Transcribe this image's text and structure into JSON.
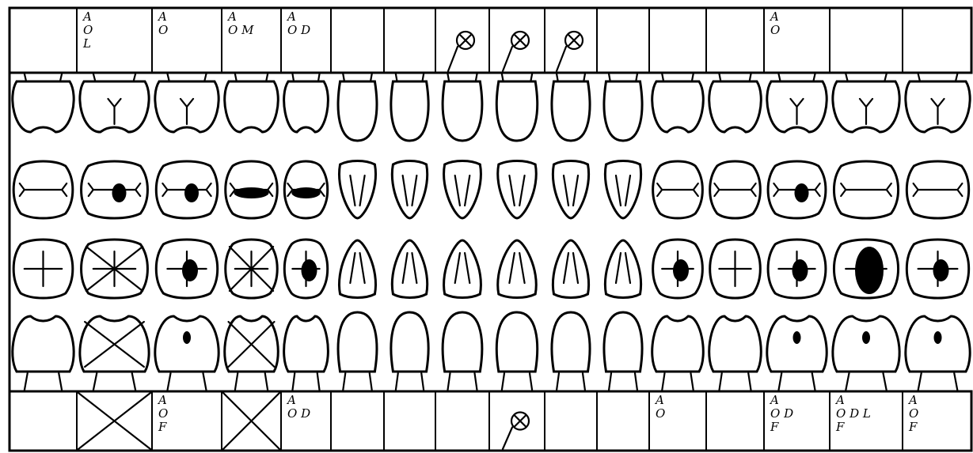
{
  "upper_notes": [
    {
      "tooth": 2,
      "lines": [
        "A",
        "O",
        "L"
      ]
    },
    {
      "tooth": 3,
      "lines": [
        "A",
        "O"
      ]
    },
    {
      "tooth": 4,
      "lines": [
        "A",
        "O M"
      ]
    },
    {
      "tooth": 5,
      "lines": [
        "A",
        "O D"
      ]
    },
    {
      "tooth": 14,
      "lines": [
        "A",
        "O"
      ]
    }
  ],
  "upper_markers": [
    {
      "tooth": 8,
      "mark": "circled-x"
    },
    {
      "tooth": 9,
      "mark": "circled-x"
    },
    {
      "tooth": 10,
      "mark": "circled-x"
    }
  ],
  "lower_notes": [
    {
      "tooth": 3,
      "lines": [
        "A",
        "O",
        "F"
      ]
    },
    {
      "tooth": 5,
      "lines": [
        "A",
        "O D"
      ]
    },
    {
      "tooth": 12,
      "lines": [
        "A",
        "O"
      ]
    },
    {
      "tooth": 14,
      "lines": [
        "A",
        "O D",
        "F"
      ]
    },
    {
      "tooth": 15,
      "lines": [
        "A",
        "O D L",
        "F"
      ]
    },
    {
      "tooth": 16,
      "lines": [
        "A",
        "O",
        "F"
      ]
    }
  ],
  "lower_markers": [
    {
      "tooth": 2,
      "mark": "large-x"
    },
    {
      "tooth": 4,
      "mark": "large-x"
    },
    {
      "tooth": 9,
      "mark": "circled-x"
    }
  ],
  "missing_teeth": {
    "lower_occlusal": [
      2,
      4
    ],
    "lower_buccal": [
      2,
      4
    ]
  },
  "decay_marks": {
    "upper_occlusal": [
      2,
      3,
      4,
      5,
      14
    ],
    "lower_occlusal": [
      3,
      5,
      12,
      14,
      15,
      16
    ],
    "lower_buccal": [
      3,
      14,
      15,
      16
    ]
  },
  "colors": {
    "ink": "#000000",
    "paper": "#ffffff"
  }
}
